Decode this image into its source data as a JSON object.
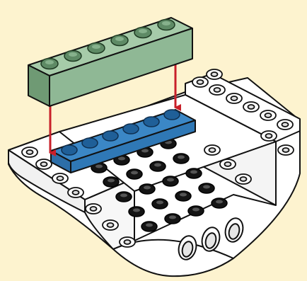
{
  "scene": {
    "description_visible_text": "",
    "colors": {
      "background": "#fdf3cf",
      "green_brick": "#8fb895",
      "green_stud": "#5e8a65",
      "blue_plate": "#3b87c6",
      "blue_stud": "#1f5f98",
      "arrow": "#c8202a",
      "black_stud": "#141414",
      "white_part": "#ffffff",
      "outline": "#111111"
    },
    "icons": [
      "green-1x6-brick",
      "blue-1x6-plate",
      "red-arrow",
      "hull-base-piece"
    ]
  }
}
